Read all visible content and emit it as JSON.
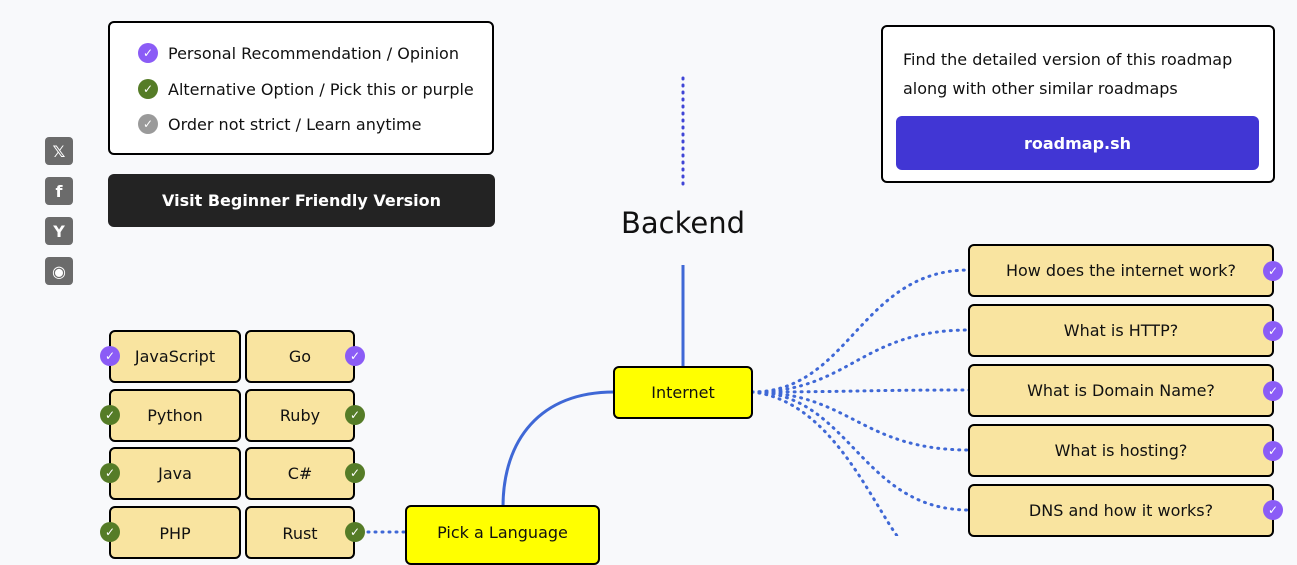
{
  "share": [
    {
      "name": "x-icon",
      "glyph": "𝕏"
    },
    {
      "name": "facebook-icon",
      "glyph": "f"
    },
    {
      "name": "hackernews-icon",
      "glyph": "Y"
    },
    {
      "name": "reddit-icon",
      "glyph": "◉"
    }
  ],
  "legend": {
    "items": [
      {
        "label": "Personal Recommendation / Opinion",
        "color": "#8b5cf6"
      },
      {
        "label": "Alternative Option / Pick this or purple",
        "color": "#557c27"
      },
      {
        "label": "Order not strict / Learn anytime",
        "color": "#9a9a9a"
      }
    ]
  },
  "beginner_button": "Visit Beginner Friendly Version",
  "promo": {
    "text": "Find the detailed version of this roadmap along with other similar roadmaps",
    "button": "roadmap.sh"
  },
  "title": "Backend",
  "nodes": {
    "internet": "Internet",
    "pick_language": "Pick a Language"
  },
  "languages": [
    {
      "label": "JavaScript",
      "badge": "purple"
    },
    {
      "label": "Go",
      "badge": "purple"
    },
    {
      "label": "Python",
      "badge": "green"
    },
    {
      "label": "Ruby",
      "badge": "green"
    },
    {
      "label": "Java",
      "badge": "green"
    },
    {
      "label": "C#",
      "badge": "green"
    },
    {
      "label": "PHP",
      "badge": "green"
    },
    {
      "label": "Rust",
      "badge": "green"
    }
  ],
  "internet_topics": [
    {
      "label": "How does the internet work?",
      "badge": "purple"
    },
    {
      "label": "What is HTTP?",
      "badge": "purple"
    },
    {
      "label": "What is Domain Name?",
      "badge": "purple"
    },
    {
      "label": "What is hosting?",
      "badge": "purple"
    },
    {
      "label": "DNS and how it works?",
      "badge": "purple"
    }
  ],
  "colors": {
    "purple": "#8b5cf6",
    "green": "#557c27",
    "gray": "#9a9a9a",
    "accent": "#4136d4",
    "connector": "#3f68d6",
    "node_yellow": "#ffff00",
    "node_tan": "#f9e4a0"
  }
}
